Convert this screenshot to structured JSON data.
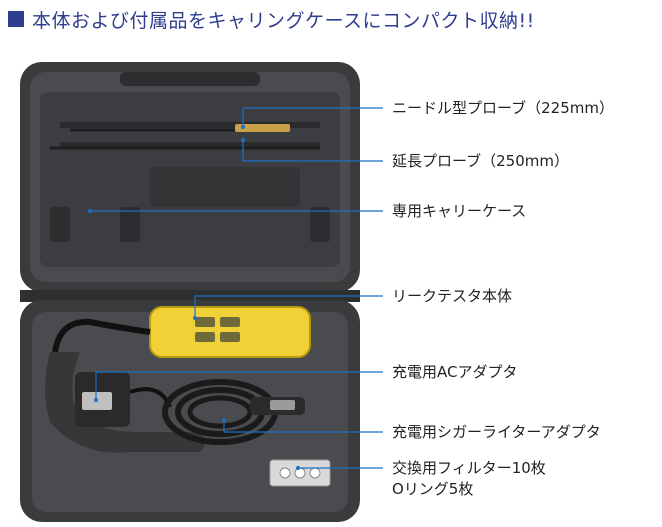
{
  "header": {
    "title": "本体および付属品をキャリングケースにコンパクト収納!!",
    "accent_color": "#2f3d8f"
  },
  "callouts": [
    {
      "text": "ニードル型プローブ（225mm）"
    },
    {
      "text": "延長プローブ（250mm）"
    },
    {
      "text": "専用キャリーケース"
    },
    {
      "text": "リークテスタ本体"
    },
    {
      "text": "充電用ACアダプタ"
    },
    {
      "text": "充電用シガーライターアダプタ"
    },
    {
      "text": "交換用フィルター10枚"
    },
    {
      "text": "Oリング5枚"
    }
  ],
  "tester_color": "#f0d238",
  "icons": [
    "carry-case-image",
    "leak-tester-image",
    "ac-adapter-image",
    "car-adapter-image",
    "filter-pack-image"
  ]
}
